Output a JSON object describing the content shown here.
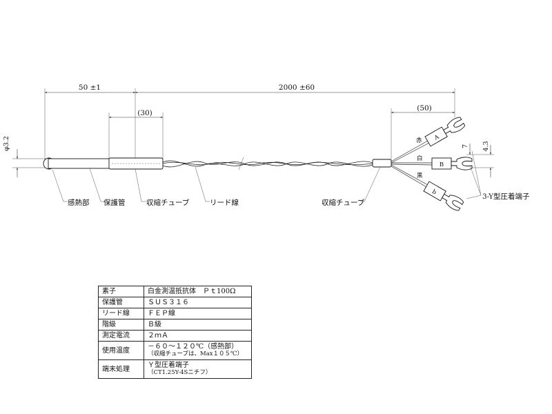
{
  "dimensions": {
    "sensor_length": "50 ±1",
    "total_length": "2000 ±60",
    "sleeve_length": "(30)",
    "fork_length": "(50)",
    "diameter": "φ3.2",
    "terminal_width": "4.3",
    "terminal_offset": "7"
  },
  "labels": {
    "sensor": "感熱部",
    "sheath": "保護管",
    "shrink_tube_1": "収縮チューブ",
    "lead_wire": "リード線",
    "shrink_tube_2": "収縮チューブ",
    "terminal": "3-Y型圧着端子"
  },
  "wires": {
    "red": "赤",
    "white": "白",
    "black": "黒"
  },
  "terminals": {
    "a_upper": "A",
    "b_upper": "B",
    "b_lower": "b"
  },
  "spec": [
    {
      "key": "素子",
      "values": [
        "白金測温抵抗体　Ｐｔ100Ω"
      ]
    },
    {
      "key": "保護管",
      "values": [
        "ＳＵＳ３１６"
      ]
    },
    {
      "key": "リード線",
      "values": [
        "ＦＥＰ線"
      ]
    },
    {
      "key": "階級",
      "values": [
        "Ｂ級"
      ]
    },
    {
      "key": "測定電流",
      "values": [
        "２ｍＡ"
      ]
    },
    {
      "key": "使用温度",
      "values": [
        "－６０～１２０℃（感熱部）",
        "（収縮チューブは、Max１０５℃）"
      ]
    },
    {
      "key": "端末処理",
      "values": [
        "Ｙ型圧着端子",
        "（CT1.25Y-4Sニチフ）"
      ]
    }
  ]
}
